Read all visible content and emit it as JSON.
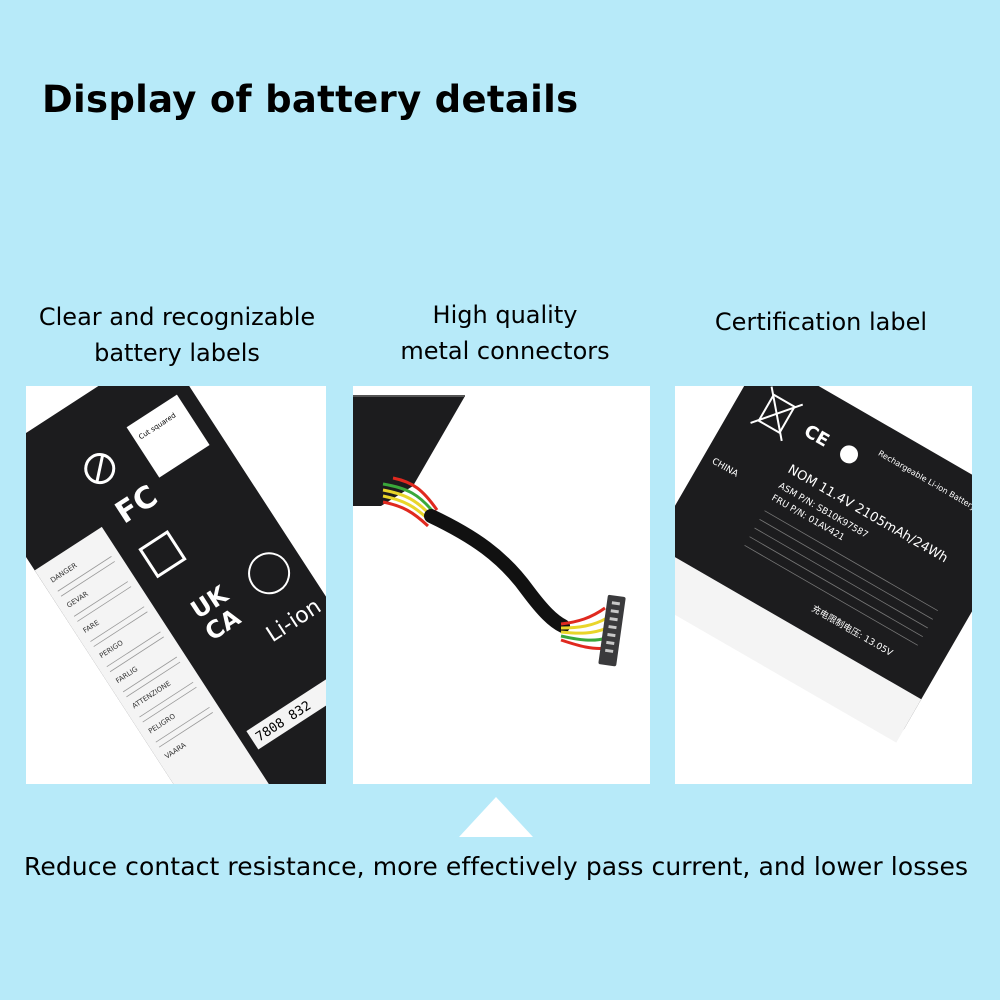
{
  "title": "Display of battery details",
  "features": [
    {
      "caption_lines": [
        "Clear and recognizable",
        "battery labels"
      ]
    },
    {
      "caption_lines": [
        "High quality",
        "metal connectors"
      ]
    },
    {
      "caption_lines": [
        "Certification label"
      ]
    }
  ],
  "battery_label": {
    "recycle_text": "Cut squared",
    "uk_mark": "UK",
    "ca_mark": "CA",
    "chemistry": "Li-ion",
    "fc_mark": "FC",
    "warning_lines": [
      "DANGER",
      "GEVAR",
      "FARE",
      "PERIGO",
      "FARLIG",
      "ATTENZIONE",
      "PELIGRO",
      "VAARA"
    ],
    "serial_fragment": "7808 832"
  },
  "cert_label": {
    "header": "Rechargeable Li-ion Battery",
    "spec": "NOM 11.4V 2105mAh/24Wh",
    "asm": "ASM P/N: SB10K97587",
    "fru": "FRU P/N: 01AV421",
    "charge_voltage": "充电限制电压: 13.05V",
    "origin": "CHINA",
    "ce_mark": "CE"
  },
  "bottom_text": "Reduce contact resistance, more effectively pass current, and lower losses",
  "colors": {
    "background": "#b7eaf9",
    "panel": "#ffffff",
    "battery_body": "#1c1c1e",
    "wire_red": "#e0291f",
    "wire_yellow": "#e9d52a",
    "wire_green": "#3aa83a"
  }
}
